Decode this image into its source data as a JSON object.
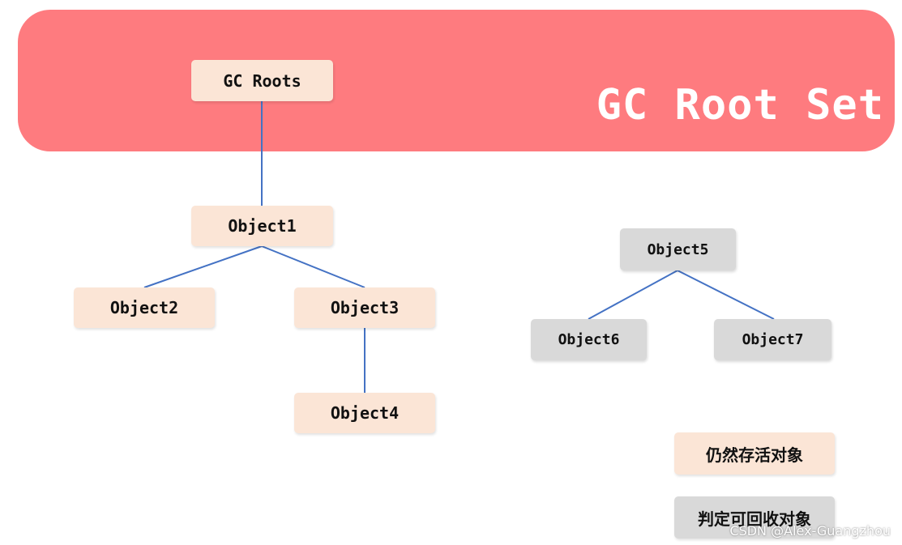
{
  "root_set": {
    "title": "GC Root Set",
    "color": "#fe7b7f"
  },
  "nodes": {
    "gc_roots": "GC Roots",
    "object1": "Object1",
    "object2": "Object2",
    "object3": "Object3",
    "object4": "Object4",
    "object5": "Object5",
    "object6": "Object6",
    "object7": "Object7"
  },
  "edges": [
    [
      "GC Roots",
      "Object1"
    ],
    [
      "Object1",
      "Object2"
    ],
    [
      "Object1",
      "Object3"
    ],
    [
      "Object3",
      "Object4"
    ],
    [
      "Object5",
      "Object6"
    ],
    [
      "Object5",
      "Object7"
    ]
  ],
  "legend": {
    "alive_label": "仍然存活对象",
    "garbage_label": "判定可回收对象"
  },
  "colors": {
    "alive": "#fbe5d6",
    "garbage": "#d9d9d9",
    "edge": "#4472c4"
  },
  "watermark": "CSDN @Alex-Guangzhou"
}
